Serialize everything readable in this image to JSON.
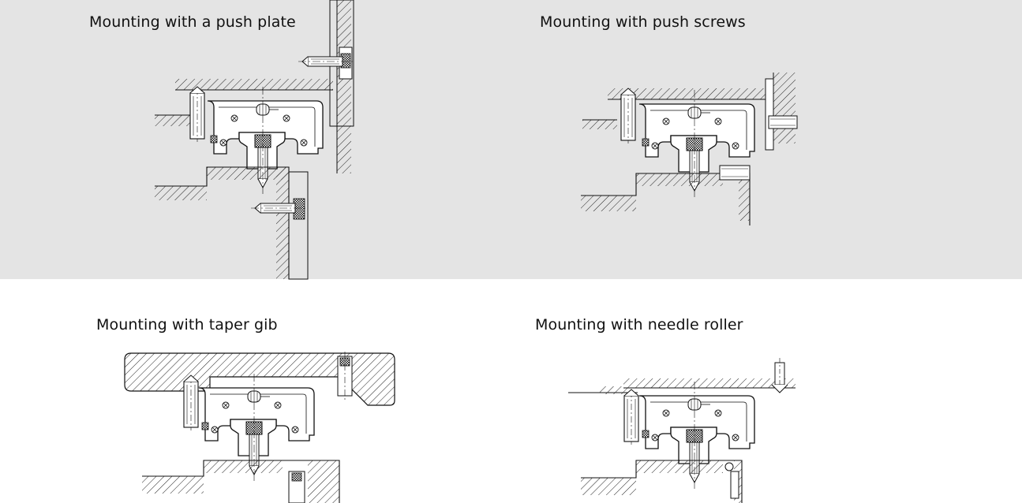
{
  "figures": [
    {
      "id": "push-plate",
      "caption": "Mounting with a push plate"
    },
    {
      "id": "push-screws",
      "caption": "Mounting with push screws"
    },
    {
      "id": "taper-gib",
      "caption": "Mounting with taper gib"
    },
    {
      "id": "needle-roller",
      "caption": "Mounting with needle roller"
    }
  ],
  "colors": {
    "panel_background": "#e4e4e4",
    "page_background": "#ffffff",
    "line": "#111111"
  }
}
